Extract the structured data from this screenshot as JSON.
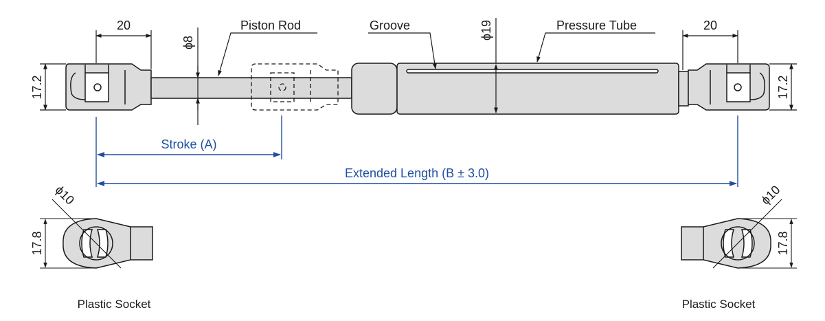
{
  "labels": {
    "piston_rod": "Piston Rod",
    "groove": "Groove",
    "pressure_tube": "Pressure Tube",
    "stroke": "Stroke (A)",
    "extended_length": "Extended Length (B ± 3.0)",
    "plastic_socket_left": "Plastic Socket",
    "plastic_socket_right": "Plastic Socket"
  },
  "dimensions": {
    "end_length_left": "20",
    "end_length_right": "20",
    "rod_dia": "ϕ8",
    "tube_dia": "ϕ19",
    "end_height_left": "17.2",
    "end_height_right": "17.2",
    "socket_hole_left": "ϕ10",
    "socket_hole_right": "ϕ10",
    "socket_height_left": "17.8",
    "socket_height_right": "17.8"
  },
  "colors": {
    "line": "#1a1a1a",
    "fill": "#dcdcdc",
    "dimension_blue": "#1f4fa0"
  }
}
